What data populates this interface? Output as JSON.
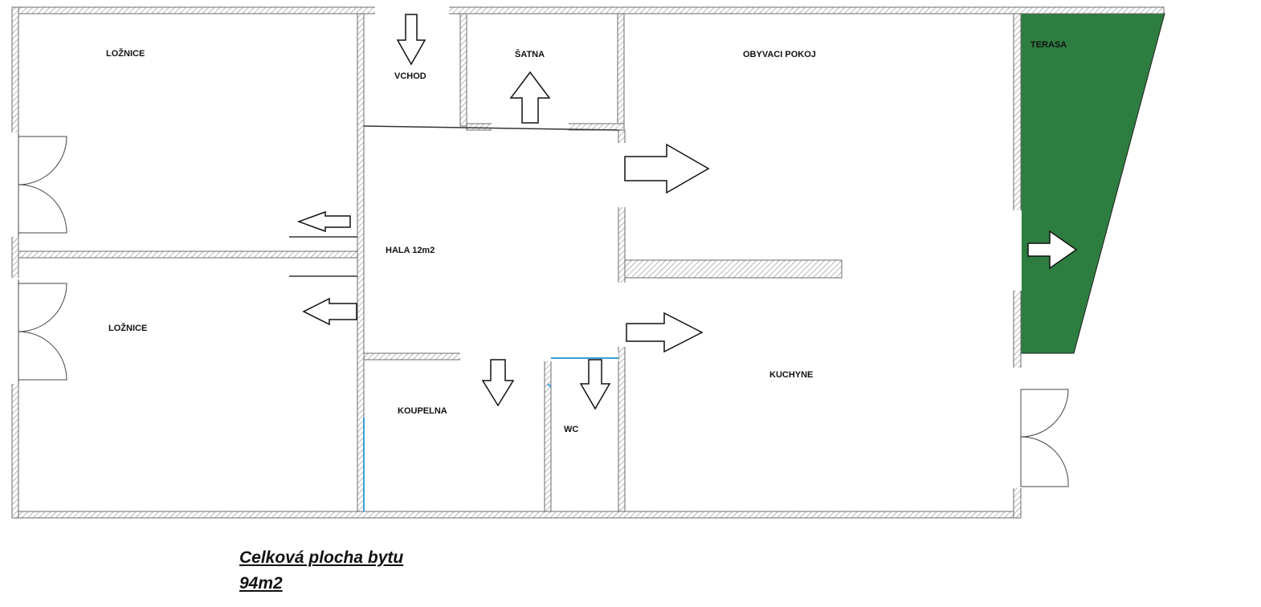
{
  "rooms": {
    "loznice_top": "LOŽNICE",
    "vchod": "VCHOD",
    "satna": "ŠATNA",
    "obyvaci_pokoj": "OBYVACI POKOJ",
    "terasa": "TERASA",
    "hala": "HALA 12m2",
    "loznice_bottom": "LOŽNICE",
    "kuchyne": "KUCHYNE",
    "koupelna": "KOUPELNA",
    "wc": "WC"
  },
  "caption": {
    "line1": "Celková plocha bytu",
    "line2": "94m2"
  },
  "colors": {
    "wall_stroke": "#6b6b6b",
    "wall_hatch": "#8a8a8a",
    "terrace_fill": "#2e7d40",
    "door_stroke": "#444444",
    "accent_blue": "#3aa0d8"
  }
}
